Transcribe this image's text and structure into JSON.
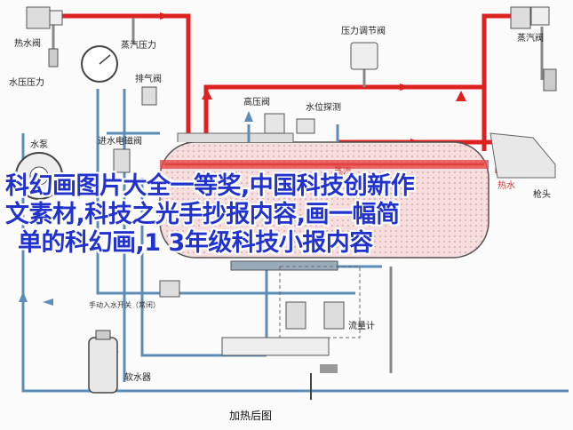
{
  "diagram": {
    "labels": {
      "hot_water_valve": "热水阀",
      "steam_pressure": "蒸汽压力",
      "water_pressure": "水压压力",
      "exhaust_valve": "排气阀",
      "pressure_regulating_valve": "压力调节阀",
      "steam_valve": "蒸汽阀",
      "high_pressure_valve": "高压阀",
      "water_level_probe": "水位探测",
      "water_pump": "水泵",
      "water_inlet_solenoid": "进水电磁阀",
      "steam_in_tank": "蒸汽",
      "hot_water_in_tank": "热水",
      "gun_head": "枪头",
      "manual_water_switch": "手动入水开关（常闭）",
      "flow_meter": "流量计",
      "water_softener": "软水器",
      "caption": "加热后图"
    },
    "colors": {
      "steam_line": "#dd2222",
      "water_line": "#5b8db8",
      "tank_fill": "#f3d7d7",
      "pipe_grey": "#888888"
    }
  },
  "overlay_title": {
    "line1": "科幻画图片大全一等奖,中国科技创新作",
    "line2": "文素材,科技之光手抄报内容,画一幅简",
    "line3": "单的科幻画,1 3年级科技小报内容"
  }
}
